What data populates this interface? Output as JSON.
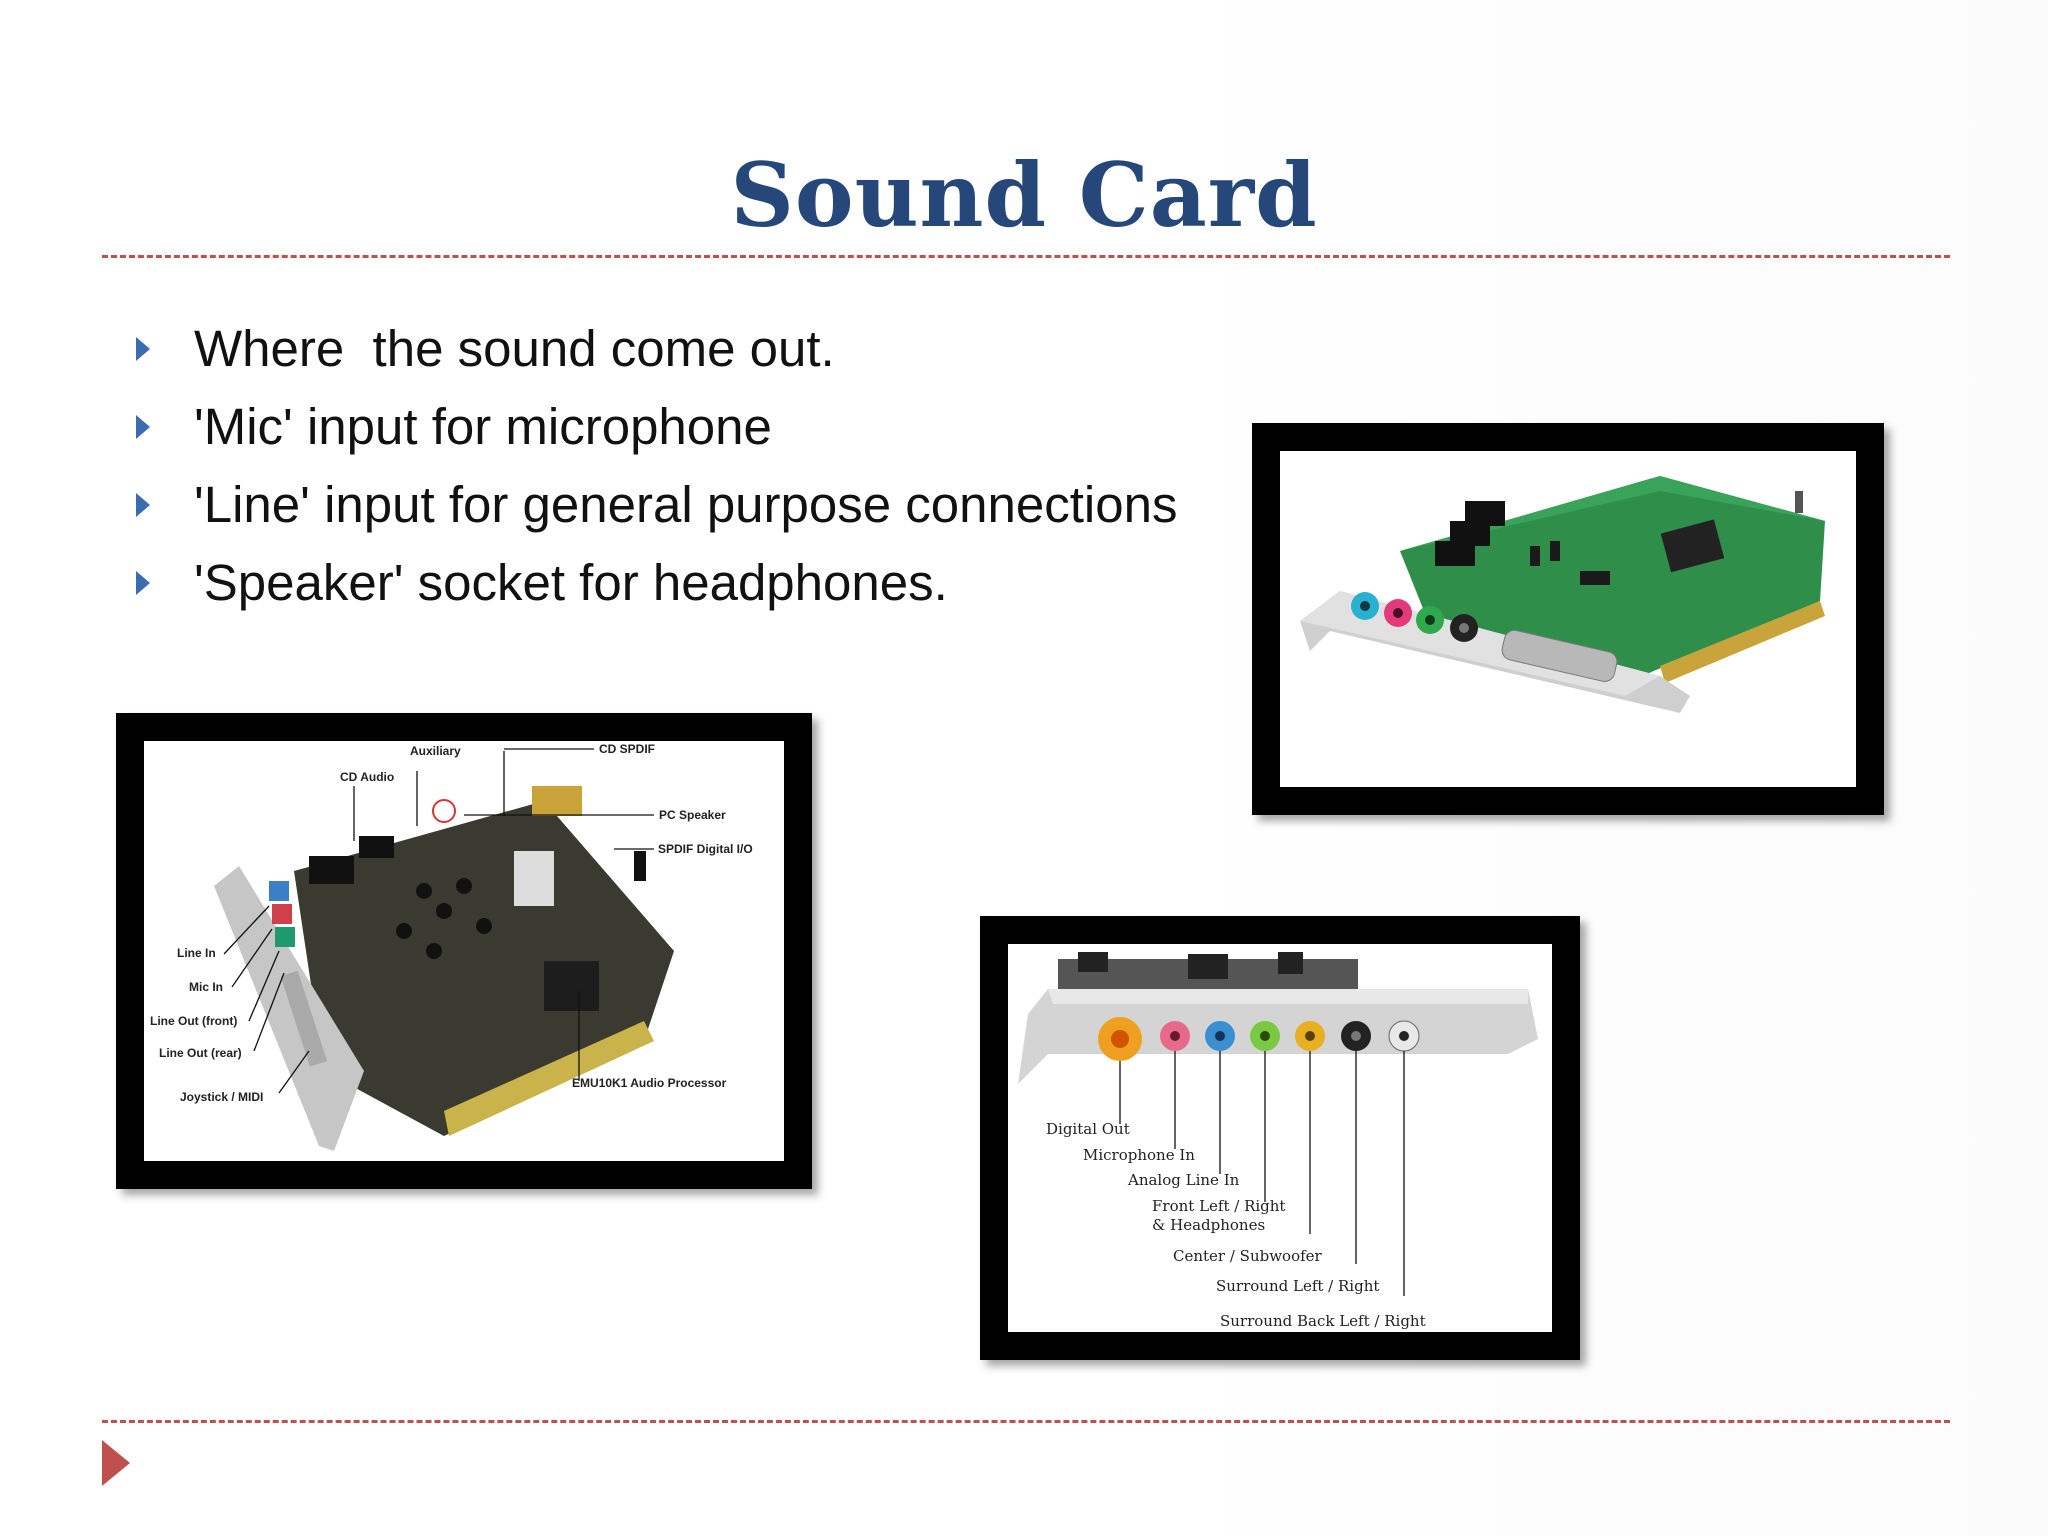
{
  "slide": {
    "title": "Sound Card"
  },
  "bullets": [
    "Where  the sound come out.",
    "'Mic' input for microphone",
    "'Line' input for general purpose connections",
    "'Speaker' socket for headphones."
  ],
  "images": {
    "card_photo": {
      "alt": "sound card photo"
    },
    "card_labeled": {
      "labels": [
        "Auxiliary",
        "CD SPDIF",
        "CD Audio",
        "PC Speaker",
        "SPDIF Digital I/O",
        "Line In",
        "Mic  In",
        "Line Out (front)",
        "Line Out (rear)",
        "Joystick / MIDI",
        "EMU10K1 Audio Processor"
      ]
    },
    "bracket_labeled": {
      "labels": [
        "Digital Out",
        "Microphone In",
        "Analog Line In",
        "Front Left / Right",
        "& Headphones",
        "Center / Subwoofer",
        "Surround Left / Right",
        "Surround Back Left / Right"
      ]
    }
  },
  "colors": {
    "title": "#25477a",
    "rule": "#c0504d",
    "bullet": "#3a6db0"
  }
}
